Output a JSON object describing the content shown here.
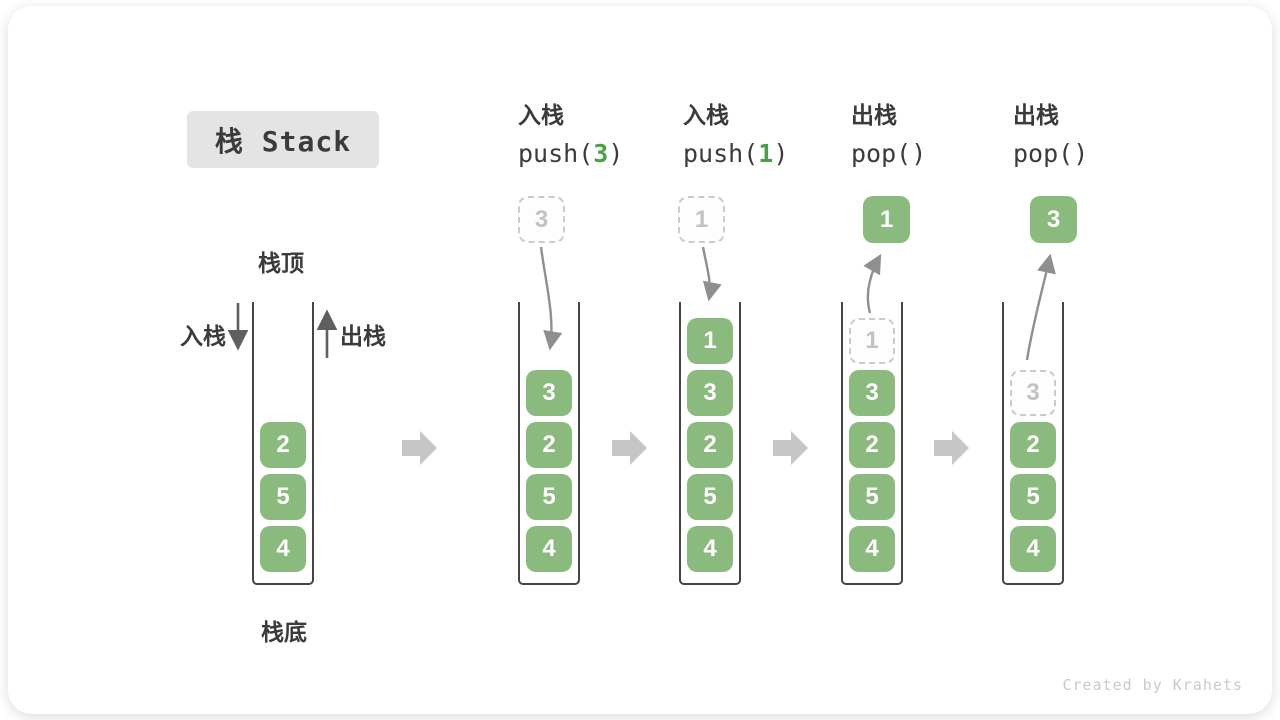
{
  "title": "栈 Stack",
  "side_labels": {
    "stack_top": "栈顶",
    "stack_bottom": "栈底",
    "push_label": "入栈",
    "pop_label": "出栈"
  },
  "watermark": "Created by Krahets",
  "colors": {
    "box_green": "#8aba7e",
    "code_arg_green": "#4d9e49",
    "dark_text": "#3b3b3b",
    "ghost_border": "#cbcbcb",
    "ghost_text": "#c2c2c2",
    "curve_arrow_gray": "#8f8f8f",
    "straight_arrow_gray": "#5f5f5f",
    "block_arrow_gray": "#c6c6c6",
    "title_bg": "#e4e4e4",
    "container_wall": "#454545"
  },
  "initial_stack": {
    "items": [
      {
        "v": "2"
      },
      {
        "v": "5"
      },
      {
        "v": "4"
      }
    ]
  },
  "steps": [
    {
      "label": "入栈",
      "code": {
        "pre": "push(",
        "arg": "3",
        "post": ")"
      },
      "floating": {
        "value": "3",
        "style": "ghost"
      },
      "stack": [
        {
          "v": "3"
        },
        {
          "v": "2"
        },
        {
          "v": "5"
        },
        {
          "v": "4"
        }
      ]
    },
    {
      "label": "入栈",
      "code": {
        "pre": "push(",
        "arg": "1",
        "post": ")"
      },
      "floating": {
        "value": "1",
        "style": "ghost"
      },
      "stack": [
        {
          "v": "1"
        },
        {
          "v": "3"
        },
        {
          "v": "2"
        },
        {
          "v": "5"
        },
        {
          "v": "4"
        }
      ]
    },
    {
      "label": "出栈",
      "code": {
        "pre": "pop(",
        "arg": "",
        "post": ")"
      },
      "floating": {
        "value": "1",
        "style": "solid"
      },
      "stack": [
        {
          "v": "1",
          "ghost": true
        },
        {
          "v": "3"
        },
        {
          "v": "2"
        },
        {
          "v": "5"
        },
        {
          "v": "4"
        }
      ]
    },
    {
      "label": "出栈",
      "code": {
        "pre": "pop(",
        "arg": "",
        "post": ")"
      },
      "floating": {
        "value": "3",
        "style": "solid"
      },
      "stack": [
        {
          "v": "3",
          "ghost": true
        },
        {
          "v": "2"
        },
        {
          "v": "5"
        },
        {
          "v": "4"
        }
      ]
    }
  ]
}
